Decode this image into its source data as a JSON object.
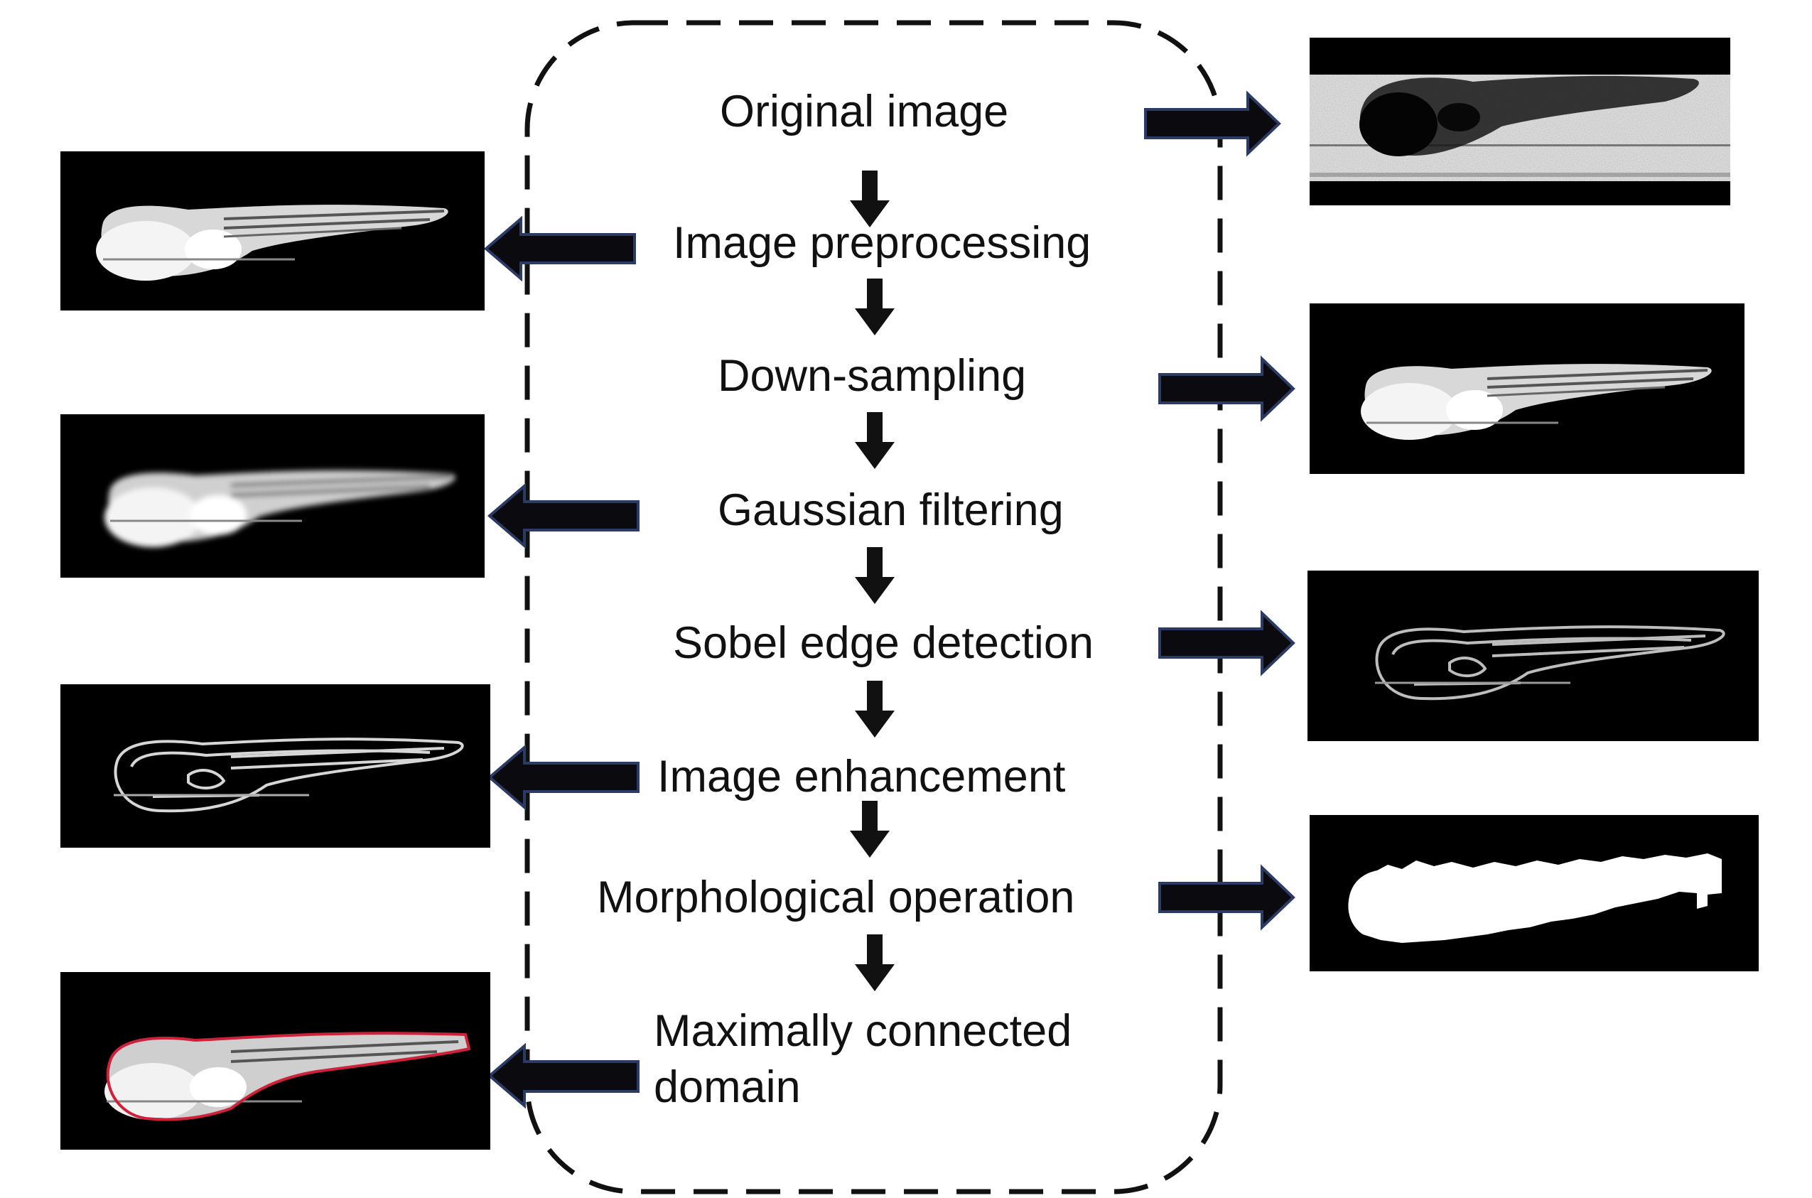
{
  "flow": {
    "steps": [
      "Original image",
      "Image preprocessing",
      "Down-sampling",
      "Gaussian filtering",
      "Sobel edge detection",
      "Image enhancement",
      "Morphological operation"
    ],
    "last_step_line1": "Maximally connected",
    "last_step_line2": "domain"
  },
  "colors": {
    "text": "#111111",
    "dashed_border": "#111111",
    "flow_arrow": "#111111",
    "side_arrow_fill": "#0b0b0f",
    "side_arrow_outline": "#2b3b66",
    "panel_bg": "#000000",
    "contour": "#d0213a"
  },
  "panels": [
    {
      "step": "Original image",
      "style": "original-grainy"
    },
    {
      "step": "Image preprocessing",
      "style": "bright-larva"
    },
    {
      "step": "Down-sampling",
      "style": "bright-larva"
    },
    {
      "step": "Gaussian filtering",
      "style": "blurred-larva"
    },
    {
      "step": "Sobel edge detection",
      "style": "edge-outline"
    },
    {
      "step": "Image enhancement",
      "style": "edge-outline-enhanced"
    },
    {
      "step": "Morphological operation",
      "style": "binary-mask"
    },
    {
      "step": "Maximally connected domain",
      "style": "larva-with-red-contour"
    }
  ]
}
